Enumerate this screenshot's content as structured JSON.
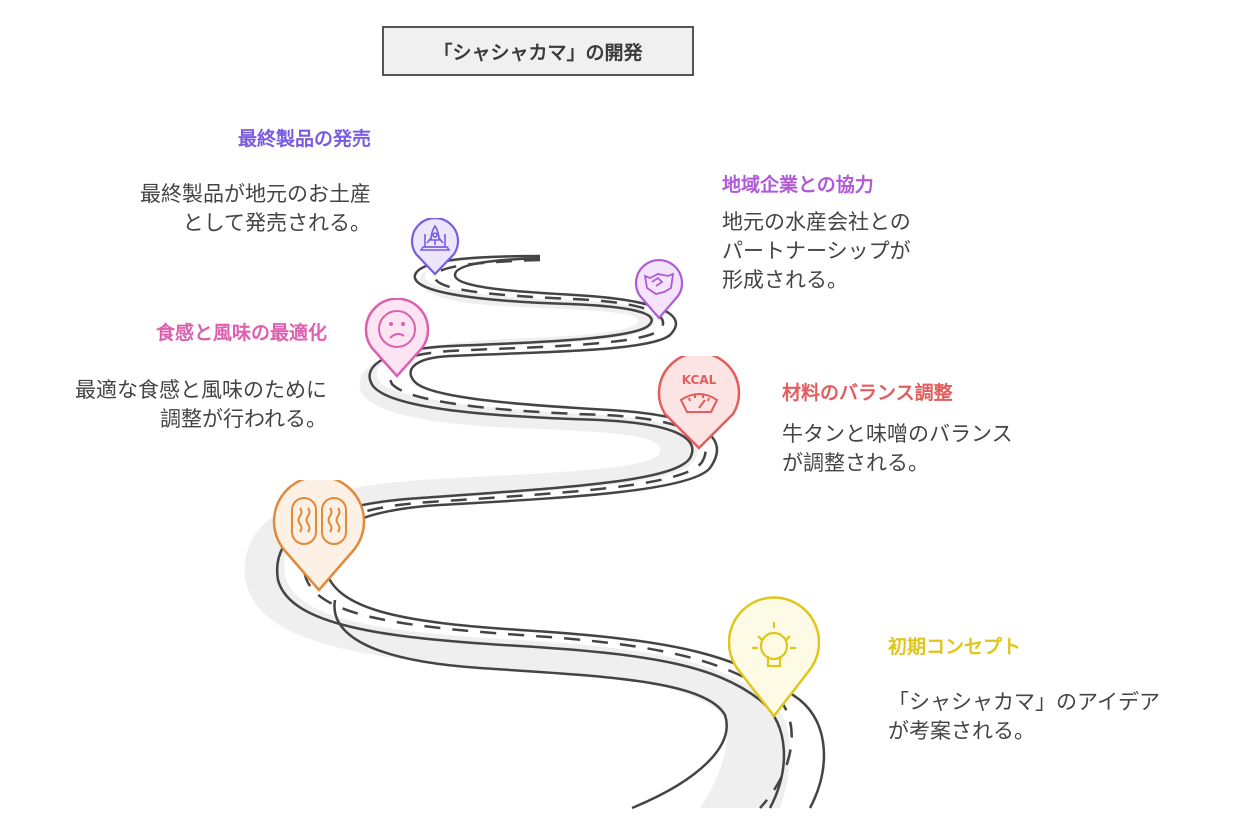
{
  "title": "「シャシャカマ」の開発",
  "milestones": [
    {
      "id": "initial-concept",
      "heading": "初期コンセプト",
      "description": "「シャシャカマ」のアイデア\nが考案される。",
      "color": "#e0c619",
      "fill": "#fdfbe6",
      "icon": "lightbulb-icon"
    },
    {
      "id": "texture",
      "heading": "",
      "description": "",
      "color": "#e08a3a",
      "fill": "#fdf0e4",
      "icon": "food-bars-icon"
    },
    {
      "id": "balance",
      "heading": "材料のバランス調整",
      "description": "牛タンと味噌のバランス\nが調整される。",
      "color": "#e35d5d",
      "fill": "#fde4e4",
      "icon": "kcal-scale-icon"
    },
    {
      "id": "flavor",
      "heading": "食感と風味の最適化",
      "description": "最適な食感と風味のために\n調整が行われる。",
      "color": "#dd5faf",
      "fill": "#fce4f2",
      "icon": "sad-face-icon"
    },
    {
      "id": "partnership",
      "heading": "地域企業との協力",
      "description": "地元の水産会社との\nパートナーシップが\n形成される。",
      "color": "#b05ad8",
      "fill": "#f3e4fb",
      "icon": "handshake-icon"
    },
    {
      "id": "launch",
      "heading": "最終製品の発売",
      "description": "最終製品が地元のお土産\nとして発売される。",
      "color": "#7a5ce0",
      "fill": "#ebe6fb",
      "icon": "rocket-laptop-icon"
    }
  ]
}
